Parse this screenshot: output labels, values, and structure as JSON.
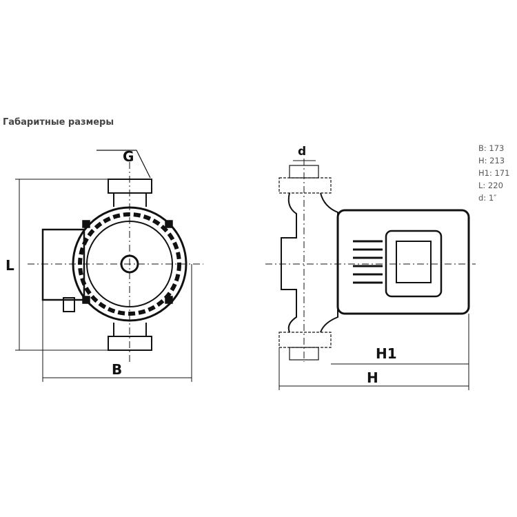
{
  "title": "Габаритные размеры",
  "dimensions": [
    "B: 173",
    "H: 213",
    "H1: 171",
    "L: 220",
    "d: 1″"
  ],
  "drawing_labels": {
    "G": "G",
    "L": "L",
    "B": "B",
    "d": "d",
    "H1": "H1",
    "H": "H"
  }
}
